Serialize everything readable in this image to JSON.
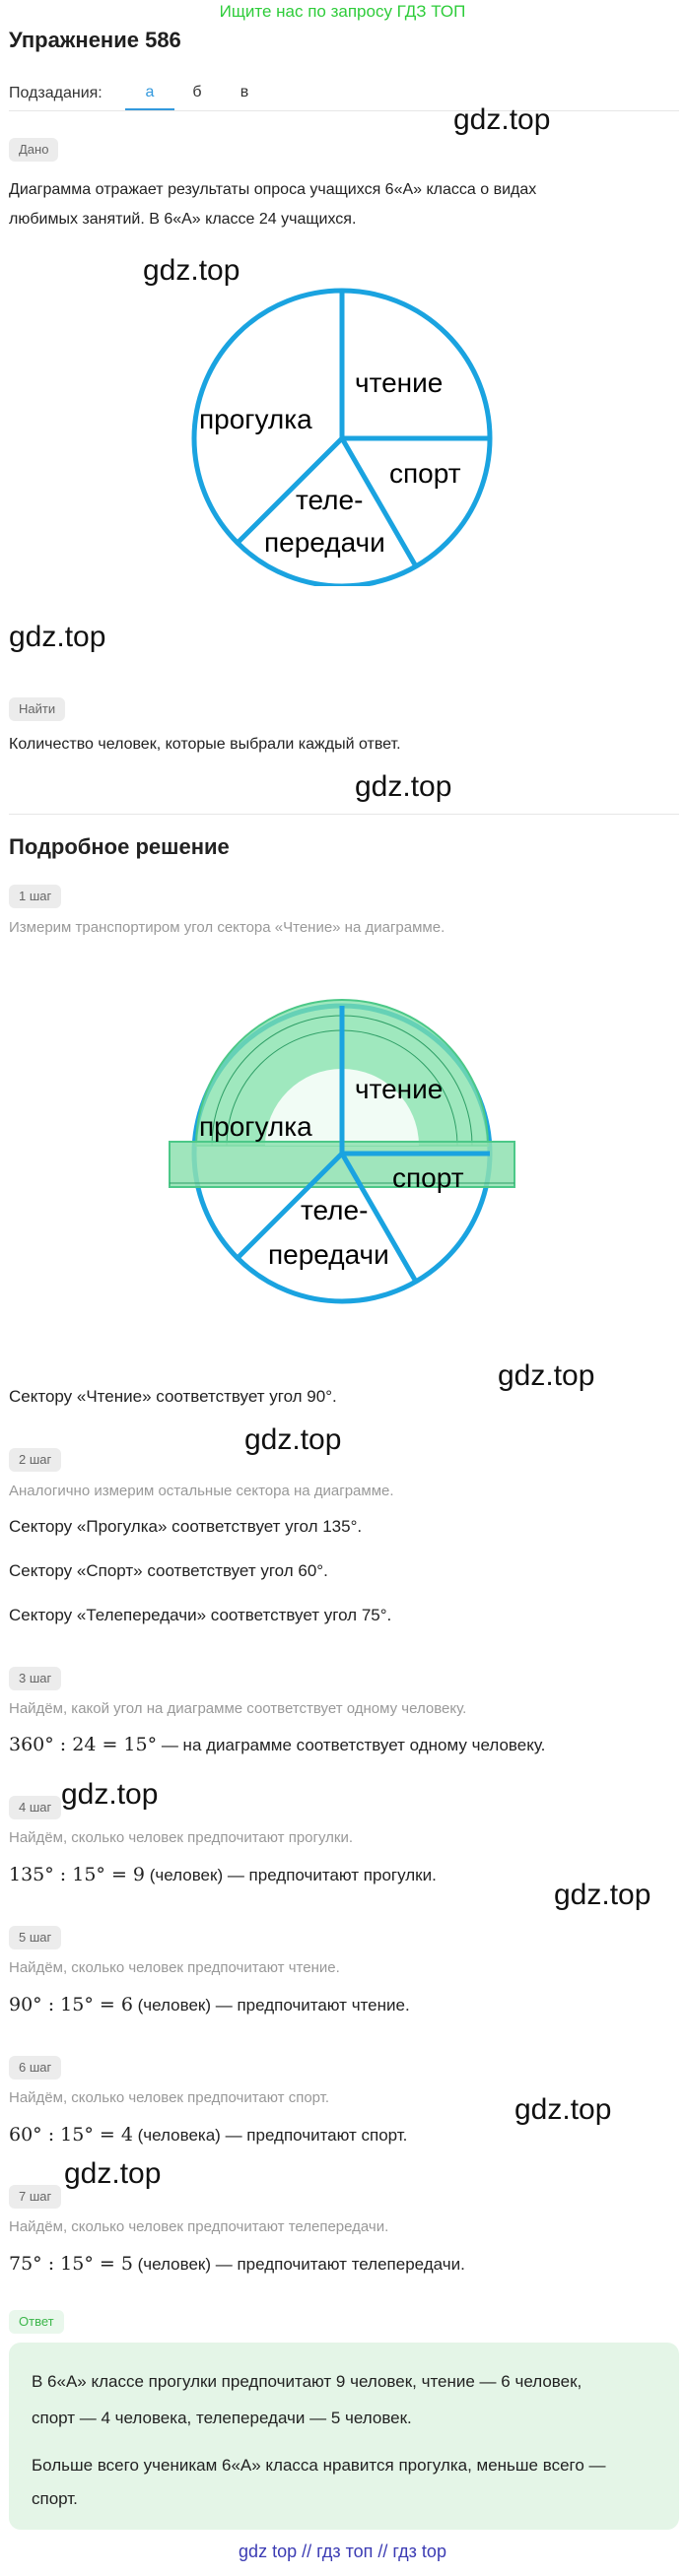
{
  "header": {
    "promo_link": "Ищите нас по запросу ГДЗ ТОП"
  },
  "page": {
    "title": "Упражнение 586"
  },
  "subtasks": {
    "label": "Подзадания:",
    "tabs": [
      "а",
      "б",
      "в"
    ],
    "active_tab": "а"
  },
  "given": {
    "badge": "Дано",
    "text_line1": "Диаграмма отражает результаты опроса учащихся 6«А» класса о видах",
    "text_line2": "любимых занятий. В 6«А» классе 24 учащихся."
  },
  "pie": {
    "labels": {
      "reading": "чтение",
      "walk": "прогулка",
      "sport": "спорт",
      "tv_line1": "теле-",
      "tv_line2": "передачи"
    },
    "color": "#1aa3e0"
  },
  "find": {
    "badge": "Найти",
    "text": "Количество человек, которые выбрали каждый ответ."
  },
  "solution": {
    "title": "Подробное решение",
    "steps": [
      {
        "badge": "1 шаг",
        "desc": "Измерим транспортиром угол сектора «Чтение» на диаграмме.",
        "lines": [
          "Сектору «Чтение» соответствует угол 90°."
        ]
      },
      {
        "badge": "2 шаг",
        "desc": "Аналогично измерим остальные сектора на диаграмме.",
        "lines": [
          "Сектору «Прогулка» соответствует угол 135°.",
          "Сектору «Спорт» соответствует угол 60°.",
          "Сектору «Телепередачи» соответствует угол 75°."
        ]
      },
      {
        "badge": "3 шаг",
        "desc": "Найдём, какой угол на диаграмме соответствует одному человеку.",
        "math": "360° : 24 = 15°",
        "rest": " — на диаграмме соответствует одному человеку."
      },
      {
        "badge": "4 шаг",
        "desc": "Найдём, сколько человек предпочитают прогулки.",
        "math": "135° : 15° = 9",
        "rest": " (человек) — предпочитают прогулки."
      },
      {
        "badge": "5 шаг",
        "desc": "Найдём, сколько человек предпочитают чтение.",
        "math": "90° : 15° = 6",
        "rest": " (человек) — предпочитают чтение."
      },
      {
        "badge": "6 шаг",
        "desc": "Найдём, сколько человек предпочитают спорт.",
        "math": "60° : 15° = 4",
        "rest": " (человека) — предпочитают спорт."
      },
      {
        "badge": "7 шаг",
        "desc": "Найдём, сколько человек предпочитают телепередачи.",
        "math": "75° : 15° = 5",
        "rest": " (человек) — предпочитают телепередачи."
      }
    ]
  },
  "answer": {
    "badge": "Ответ",
    "line1": "В 6«А» классе прогулки предпочитают 9 человек, чтение — 6 человек,",
    "line2": "спорт — 4 человека, телепередачи — 5 человек.",
    "line3": "Больше всего ученикам 6«А» класса нравится прогулка, меньше всего —",
    "line4": "спорт."
  },
  "watermark": "gdz.top",
  "footer": {
    "links": "gdz top // гдз топ // гдз top"
  }
}
